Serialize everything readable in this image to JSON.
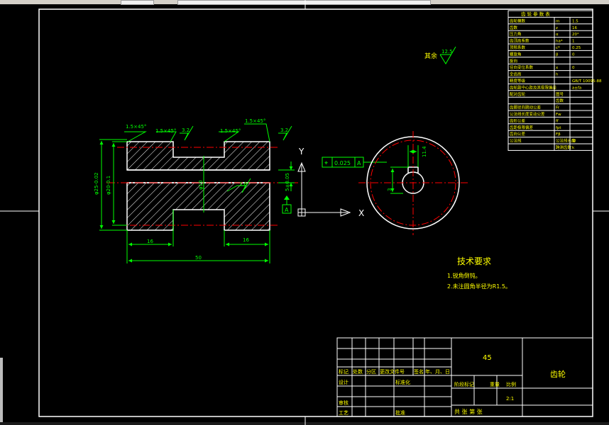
{
  "colors": {
    "background": "#000000",
    "frame": "#ffffff",
    "dimension": "#00ff00",
    "annotation_text": "#ffff00",
    "centerline": "#ff0000",
    "hatch": "#ffffff"
  },
  "toolbar": {
    "tab_count": 2
  },
  "drawing": {
    "chamfer_left": "1.5×45°",
    "chamfer_mid_left": "1.5×45°",
    "chamfer_mid_right": "1.5×45°",
    "chamfer_right": "1.5×45°",
    "roughness_a": "3.2",
    "roughness_b": "3.2",
    "roughness_c": "1.6",
    "dim_outer_dia": "φ25-0.02",
    "dim_inner_dia": "φ20-0.1",
    "dim_bore": "φ10",
    "dim_keyway": "5±0.05",
    "dim_tooth_len_left": "16",
    "dim_tooth_len_right": "16",
    "dim_total_len": "50",
    "tolerance_frame_symbol": "⌖",
    "tolerance_frame_value": "0.025",
    "tolerance_frame_datum": "A",
    "datum_label": "A",
    "axis_x": "X",
    "axis_y": "Y",
    "other_roughness_label": "其余",
    "other_roughness_value": "12.5",
    "keyway_dim": "11.4",
    "keyway_dim2": "3"
  },
  "tech_requirements": {
    "title": "技术要求",
    "items": [
      "1.锐角倒钝。",
      "2.未注圆角半径为R1.5。"
    ]
  },
  "parameter_table": {
    "header": "齿 轮 参 数 表",
    "rows": [
      [
        "齿轮模数",
        "m",
        "1.5"
      ],
      [
        "齿数",
        "z",
        "16"
      ],
      [
        "压力角",
        "α",
        "20°"
      ],
      [
        "齿顶高系数",
        "ha*",
        "1"
      ],
      [
        "顶隙系数",
        "c*",
        "0.25"
      ],
      [
        "螺旋角",
        "β",
        "0"
      ],
      [
        "旋向",
        "",
        ""
      ],
      [
        "径向变位系数",
        "x",
        "0"
      ],
      [
        "全齿高",
        "h",
        ""
      ],
      [
        "精度等级",
        "",
        "GB/T 10095-88"
      ],
      [
        "齿轮副中心距及其极限偏差",
        "",
        "a±fa"
      ],
      [
        "配对齿轮",
        "图号",
        ""
      ],
      [
        "",
        "齿数",
        ""
      ],
      [
        "齿圈径向跳动公差",
        "Fr",
        ""
      ],
      [
        "公法线长度变动公差",
        "Fw",
        ""
      ],
      [
        "齿形公差",
        "ff",
        ""
      ],
      [
        "齿距极限偏差",
        "fpt",
        ""
      ],
      [
        "齿向公差",
        "Fβ",
        ""
      ],
      [
        "公法线",
        "公法线长度",
        "W"
      ],
      [
        "",
        "跨测齿数",
        "k"
      ]
    ]
  },
  "title_block": {
    "material": "45",
    "part_name": "齿轮",
    "labels_row": [
      "标记",
      "处数",
      "分区",
      "更改文件号",
      "签名",
      "年、月、日"
    ],
    "design": "设计",
    "standard": "标准化",
    "stage_mark": "阶段标记",
    "weight": "重量",
    "scale_label": "比例",
    "scale_value": "2:1",
    "review": "审核",
    "process": "工艺",
    "approve": "批准",
    "sheet_info": "共  张  第  张"
  }
}
